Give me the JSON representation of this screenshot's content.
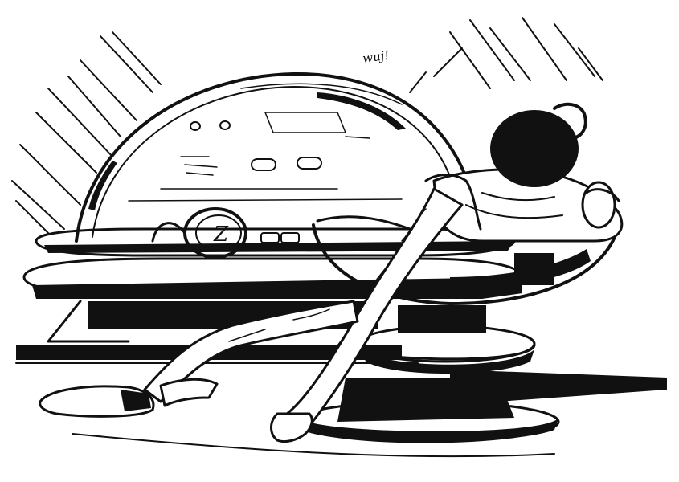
{
  "illustration": {
    "style": "black-and-white ink drawing",
    "ink_color": "#111111",
    "paper_color": "#ffffff",
    "caption": "wuj!",
    "dial_glyph": "Z"
  }
}
